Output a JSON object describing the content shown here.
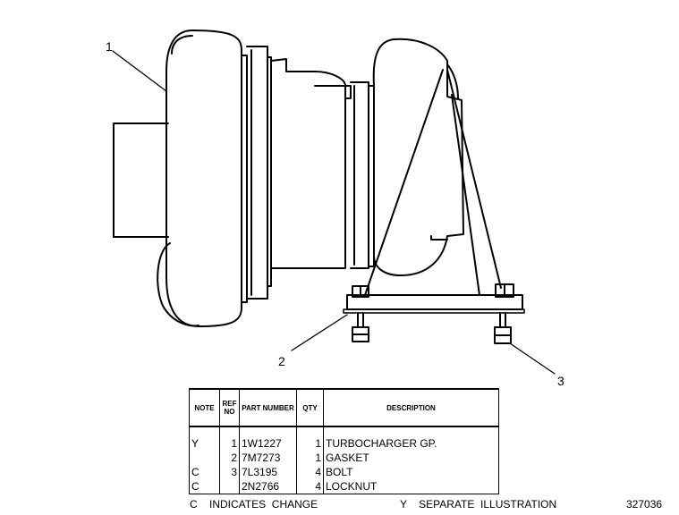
{
  "callouts": {
    "c1": "1",
    "c2": "2",
    "c3": "3"
  },
  "table": {
    "headers": {
      "note": "NOTE",
      "ref_no": "REF NO",
      "part_number": "PART NUMBER",
      "qty": "QTY",
      "description": "DESCRIPTION"
    },
    "rows": [
      {
        "note": "Y",
        "ref": "1",
        "part": "1W1227",
        "qty": "1",
        "desc": "TURBOCHARGER  GP."
      },
      {
        "note": "",
        "ref": "2",
        "part": "7M7273",
        "qty": "1",
        "desc": "GASKET"
      },
      {
        "note": "C",
        "ref": "3",
        "part": "7L3195",
        "qty": "4",
        "desc": "BOLT"
      },
      {
        "note": "C",
        "ref": "",
        "part": "2N2766",
        "qty": "4",
        "desc": "LOCKNUT"
      }
    ]
  },
  "footer": {
    "legend_c": "C    INDICATES  CHANGE",
    "legend_y": "Y    SEPARATE  ILLUSTRATION",
    "figure_number": "327036"
  }
}
